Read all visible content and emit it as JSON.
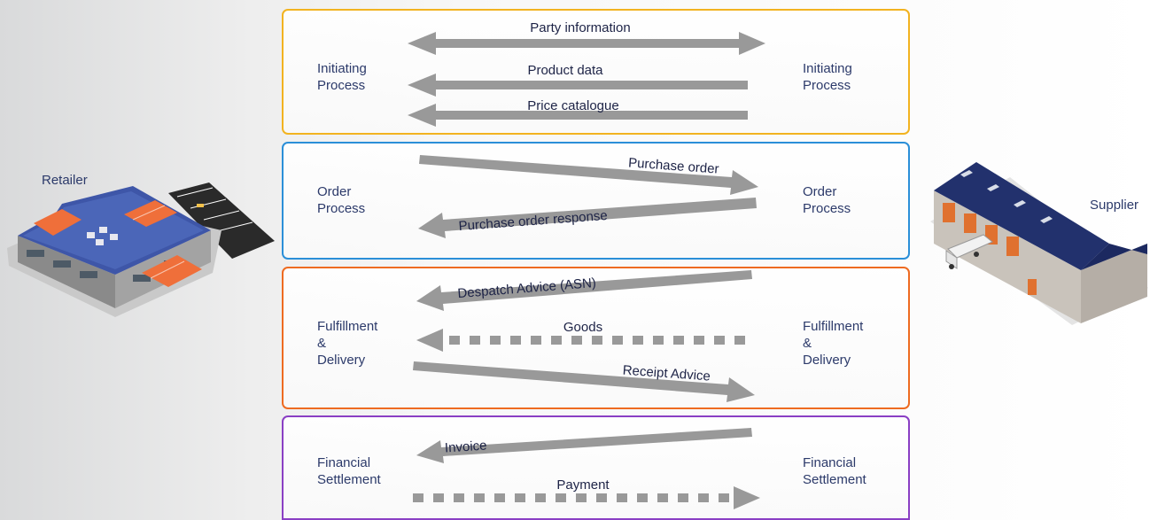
{
  "actors": {
    "retailer": "Retailer",
    "supplier": "Supplier"
  },
  "stages": [
    {
      "left": "Initiating\nProcess",
      "right": "Initiating\nProcess",
      "color": "#f2b320"
    },
    {
      "left": "Order\nProcess",
      "right": "Order\nProcess",
      "color": "#2b8fd8"
    },
    {
      "left": "Fulfillment\n&\nDelivery",
      "right": "Fulfillment\n&\nDelivery",
      "color": "#ee6b21"
    },
    {
      "left": "Financial\nSettlement",
      "right": "Financial\nSettlement",
      "color": "#8a3fc4"
    }
  ],
  "messages": {
    "party_information": "Party information",
    "product_data": "Product data",
    "price_catalogue": "Price catalogue",
    "purchase_order": "Purchase order",
    "purchase_order_response": "Purchase order response",
    "despatch_advice": "Despatch Advice (ASN)",
    "goods": "Goods",
    "receipt_advice": "Receipt Advice",
    "invoice": "Invoice",
    "payment": "Payment"
  },
  "colors": {
    "arrow": "#999999",
    "label_text": "#2c3a6a"
  }
}
